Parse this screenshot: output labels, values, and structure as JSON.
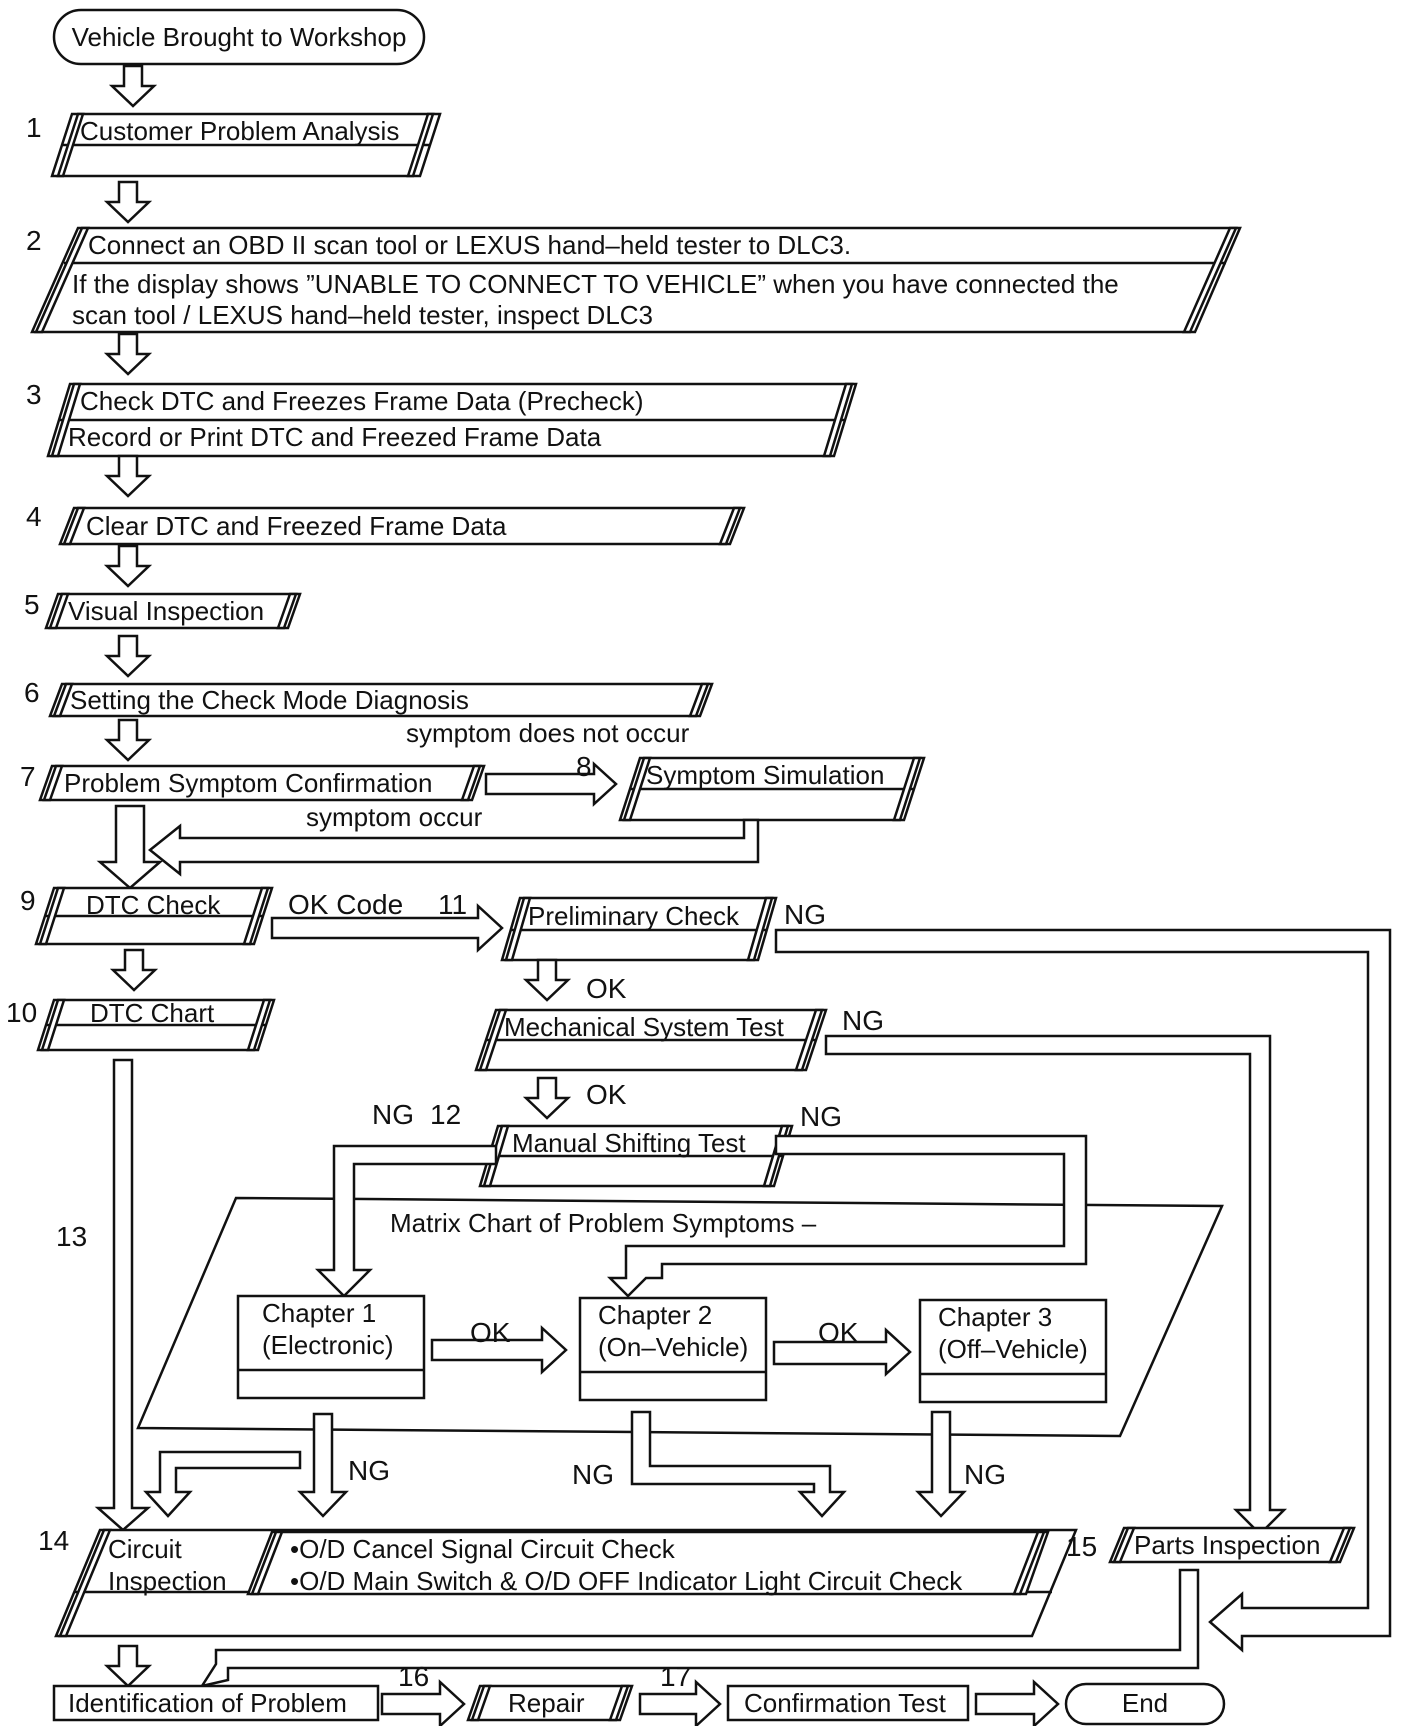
{
  "diagram": {
    "start": "Vehicle Brought to Workshop",
    "end": "End",
    "steps": {
      "s1": {
        "num": "1",
        "text": "Customer Problem Analysis"
      },
      "s2": {
        "num": "2",
        "line1": "Connect an OBD II scan tool or LEXUS hand–held tester to DLC3.",
        "line2": "If the display shows ”UNABLE TO CONNECT TO VEHICLE” when you have connected the",
        "line3": "scan tool / LEXUS hand–held tester, inspect DLC3"
      },
      "s3": {
        "num": "3",
        "line1": "Check DTC and Freezes Frame Data (Precheck)",
        "line2": "Record or Print DTC and  Freezed Frame Data"
      },
      "s4": {
        "num": "4",
        "text": "Clear DTC and Freezed Frame Data"
      },
      "s5": {
        "num": "5",
        "text": "Visual Inspection"
      },
      "s6": {
        "num": "6",
        "text": "Setting the Check Mode Diagnosis"
      },
      "s7": {
        "num": "7",
        "text": "Problem Symptom Confirmation"
      },
      "s8": {
        "num": "8",
        "text": "Symptom Simulation"
      },
      "s9": {
        "num": "9",
        "text": "DTC Check"
      },
      "s10": {
        "num": "10",
        "text": "DTC Chart"
      },
      "s11": {
        "num": "11",
        "text": "Preliminary Check"
      },
      "mech": {
        "text": "Mechanical System Test"
      },
      "s12": {
        "num": "12",
        "text": "Manual Shifting Test"
      },
      "s13": {
        "num": "13"
      },
      "s14": {
        "num": "14",
        "line1": "Circuit",
        "line2": "Inspection"
      },
      "s15": {
        "num": "15",
        "text": "Parts Inspection"
      },
      "s16": {
        "num": "16"
      },
      "s17": {
        "num": "17"
      },
      "ident": {
        "text": "Identification of Problem"
      },
      "repair": {
        "text": "Repair"
      },
      "confirm": {
        "text": "Confirmation Test"
      }
    },
    "matrix": {
      "title": "Matrix Chart of Problem Symptoms –",
      "ch1": {
        "line1": "Chapter 1",
        "line2": "(Electronic)"
      },
      "ch2": {
        "line1": "Chapter 2",
        "line2": "(On–Vehicle)"
      },
      "ch3": {
        "line1": "Chapter 3",
        "line2": "(Off–Vehicle)"
      }
    },
    "circuit_checks": {
      "item1": "•O/D Cancel Signal Circuit Check",
      "item2": "•O/D Main Switch & O/D OFF Indicator Light Circuit Check"
    },
    "labels": {
      "symptom_not_occur": "symptom does not occur",
      "symptom_occur": "symptom occur",
      "ok_code": "OK Code",
      "ok": "OK",
      "ng": "NG"
    }
  }
}
